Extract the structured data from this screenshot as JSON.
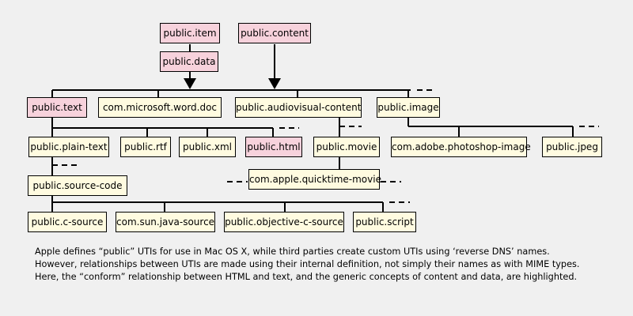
{
  "colors": {
    "background": "#f0f0f0",
    "box_fill": "#fffbe0",
    "box_highlight_fill": "#f7d2dc",
    "line": "#000000"
  },
  "nodes": {
    "public_item": {
      "label": "public.item",
      "highlighted": true
    },
    "public_content": {
      "label": "public.content",
      "highlighted": true
    },
    "public_data": {
      "label": "public.data",
      "highlighted": true
    },
    "public_text": {
      "label": "public.text",
      "highlighted": true
    },
    "com_microsoft_word_doc": {
      "label": "com.microsoft.word.doc",
      "highlighted": false
    },
    "public_audiovisual_content": {
      "label": "public.audiovisual-content",
      "highlighted": false
    },
    "public_image": {
      "label": "public.image",
      "highlighted": false
    },
    "public_plain_text": {
      "label": "public.plain-text",
      "highlighted": false
    },
    "public_rtf": {
      "label": "public.rtf",
      "highlighted": false
    },
    "public_xml": {
      "label": "public.xml",
      "highlighted": false
    },
    "public_html": {
      "label": "public.html",
      "highlighted": true
    },
    "public_movie": {
      "label": "public.movie",
      "highlighted": false
    },
    "com_adobe_photoshop_image": {
      "label": "com.adobe.photoshop-image",
      "highlighted": false
    },
    "public_jpeg": {
      "label": "public.jpeg",
      "highlighted": false
    },
    "public_source_code": {
      "label": "public.source-code",
      "highlighted": false
    },
    "com_apple_quicktime_movie": {
      "label": "com.apple.quicktime-movie",
      "highlighted": false
    },
    "public_c_source": {
      "label": "public.c-source",
      "highlighted": false
    },
    "com_sun_java_source": {
      "label": "com.sun.java-source",
      "highlighted": false
    },
    "public_objective_c_source": {
      "label": "public.objective-c-source",
      "highlighted": false
    },
    "public_script": {
      "label": "public.script",
      "highlighted": false
    }
  },
  "caption": {
    "line1": "Apple defines “public” UTIs for use in Mac OS X, while third parties create custom UTIs using ‘reverse DNS’ names.",
    "line2": "However, relationships between UTIs are made using their internal definition, not simply their names as with MIME types.",
    "line3": "Here, the “conform” relationship between HTML and text, and the generic concepts of content and data, are highlighted."
  }
}
